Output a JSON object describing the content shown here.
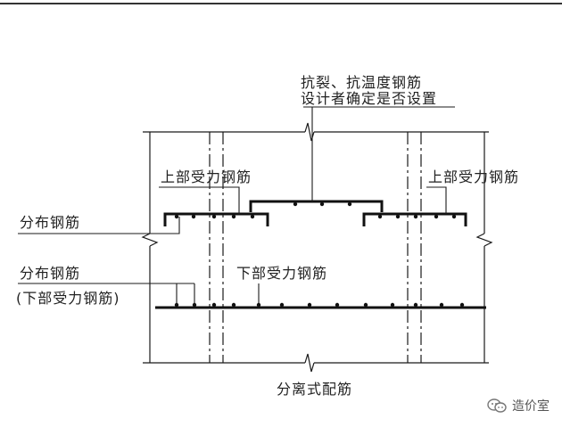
{
  "labels": {
    "crack_rebar_line1": "抗裂、抗温度钢筋",
    "crack_rebar_line2": "设计者确定是否设置",
    "upper_rebar_left": "上部受力钢筋",
    "upper_rebar_right": "上部受力钢筋",
    "distribution_rebar_top": "分布钢筋",
    "distribution_rebar_bottom": "分布钢筋",
    "distribution_rebar_bottom_note": "(下部受力钢筋)",
    "lower_rebar": "下部受力钢筋",
    "caption": "分离式配筋"
  },
  "watermark": {
    "text": "造价室",
    "icon": "wechat-icon"
  },
  "colors": {
    "line": "#1a1a1a",
    "background": "#ffffff"
  }
}
